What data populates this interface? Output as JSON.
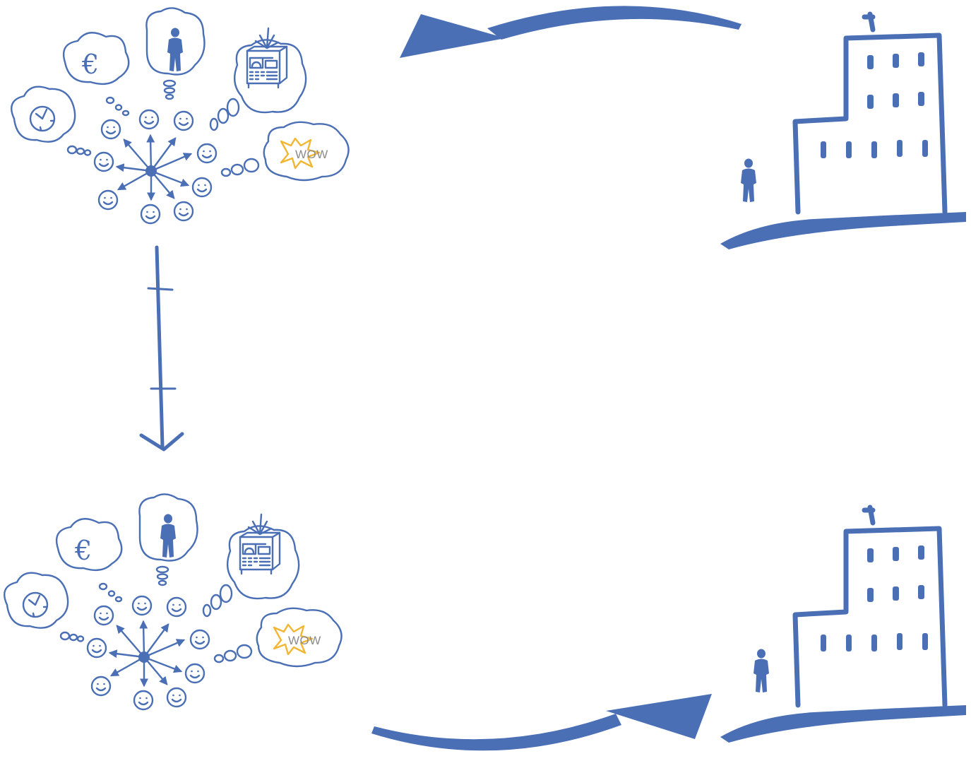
{
  "colors": {
    "primary": "#4a6fb5",
    "accent": "#f2b632",
    "wow_text": "#8c8c8c"
  },
  "crowds": [
    {
      "id": "top",
      "thoughts": [
        "clock-icon",
        "euro-icon",
        "person-icon",
        "machine-icon",
        "wow-icon"
      ],
      "wow_label": "WOW"
    },
    {
      "id": "bottom",
      "thoughts": [
        "clock-icon",
        "euro-icon",
        "person-icon",
        "machine-icon",
        "wow-icon"
      ],
      "wow_label": "WOW"
    }
  ],
  "euro_symbol": "€",
  "buildings": [
    "company-building-top",
    "company-building-bottom"
  ],
  "arrows": [
    "arrow-company-to-crowd",
    "arrow-crowd-down",
    "arrow-crowd-to-company"
  ]
}
